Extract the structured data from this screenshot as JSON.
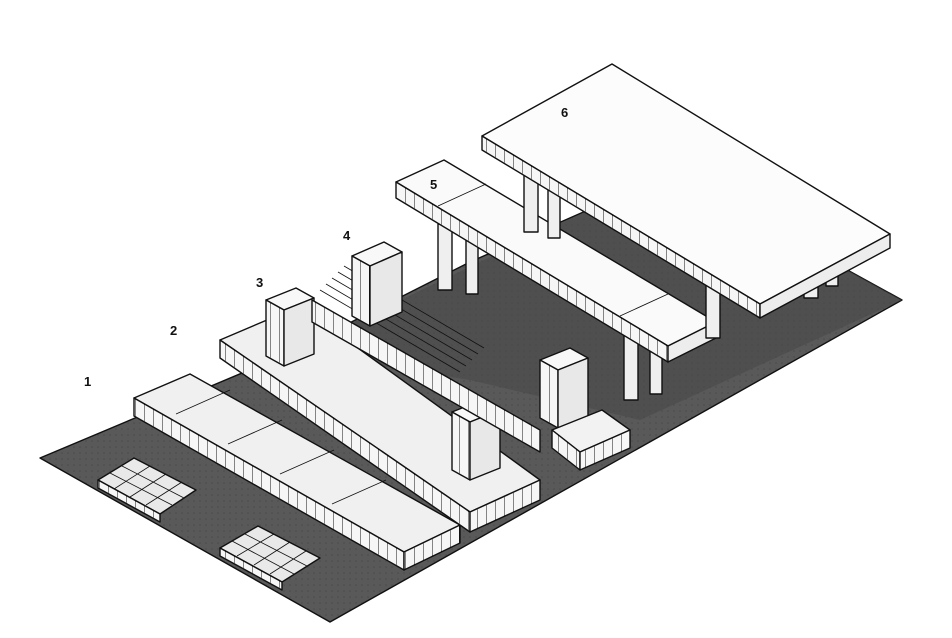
{
  "diagram": {
    "stage_labels": [
      "1",
      "2",
      "3",
      "4",
      "5",
      "6"
    ]
  },
  "colors": {
    "ground": "#5a5a5a",
    "ground_dark": "#3e3e3e",
    "wall_face": "#f4f4f4",
    "roof": "#fbfbfb",
    "ink": "#111111"
  }
}
